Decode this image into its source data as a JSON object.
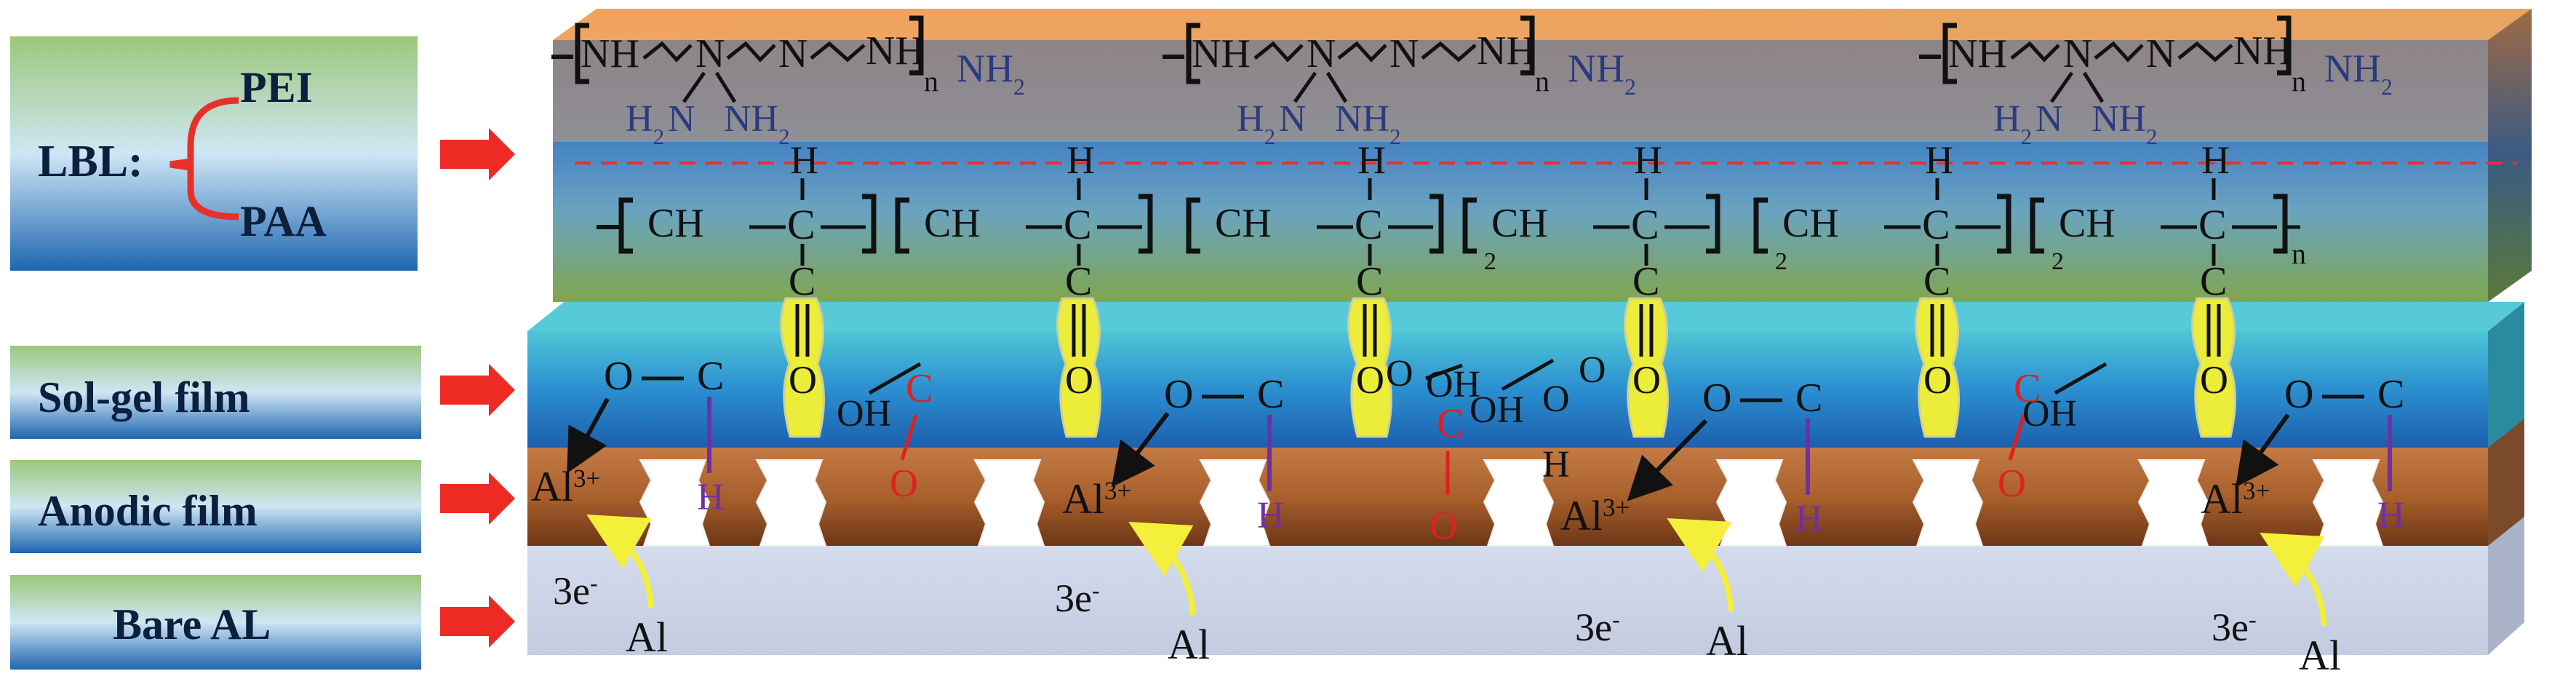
{
  "labels": {
    "lbl": "LBL:",
    "pei": "PEI",
    "paa": "PAA",
    "solgel": "Sol-gel film",
    "anodic": "Anodic film",
    "bare": "Bare AL"
  },
  "pei": {
    "nh": "NH",
    "n": "N",
    "sub_n": "n",
    "nh2": "NH",
    "h2n": "H",
    "two": "2"
  },
  "paa": {
    "ch2": "CH",
    "ch": "CH",
    "c": "C",
    "h": "H",
    "o": "O",
    "oh": "OH",
    "sub_n": "n",
    "two": "2"
  },
  "sol": {
    "o": "O",
    "c": "C",
    "h": "H",
    "oh": "OH"
  },
  "metal": {
    "al3": "Al",
    "al3_sup": "3+",
    "al": "Al",
    "e": "3e",
    "e_sup": "-"
  },
  "colors": {
    "arrow": "#ee2a24",
    "bracket": "#e8302a",
    "amine": "#2b3a80",
    "red_atom": "#e02020",
    "purple_bond": "#7030a0",
    "yellow": "#ecec3a"
  }
}
